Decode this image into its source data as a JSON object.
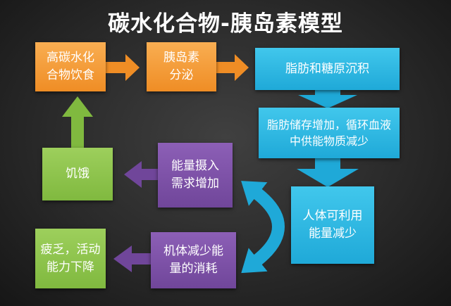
{
  "title": "碳水化合物-胰岛素模型",
  "colors": {
    "orange": "#ef8d25",
    "blue": "#1fa9d8",
    "purple": "#70469a",
    "green": "#80b93f",
    "text": "#ffffff",
    "background": "#2a2a2a"
  },
  "boxes": {
    "high_carb": [
      "高碳水化",
      "合物饮食"
    ],
    "insulin": [
      "胰岛素",
      "分泌"
    ],
    "fat_glycogen": [
      "脂肪和糖原沉积"
    ],
    "fat_storage": [
      "脂肪储存增加，循环血液",
      "中供能物质减少"
    ],
    "energy_less": [
      "人体可利用",
      "能量减少"
    ],
    "intake": [
      "能量摄入",
      "需求增加"
    ],
    "hunger": [
      "饥饿"
    ],
    "reduce": [
      "机体减少能",
      "量的消耗"
    ],
    "fatigue": [
      "疲乏，活动",
      "能力下降"
    ]
  }
}
